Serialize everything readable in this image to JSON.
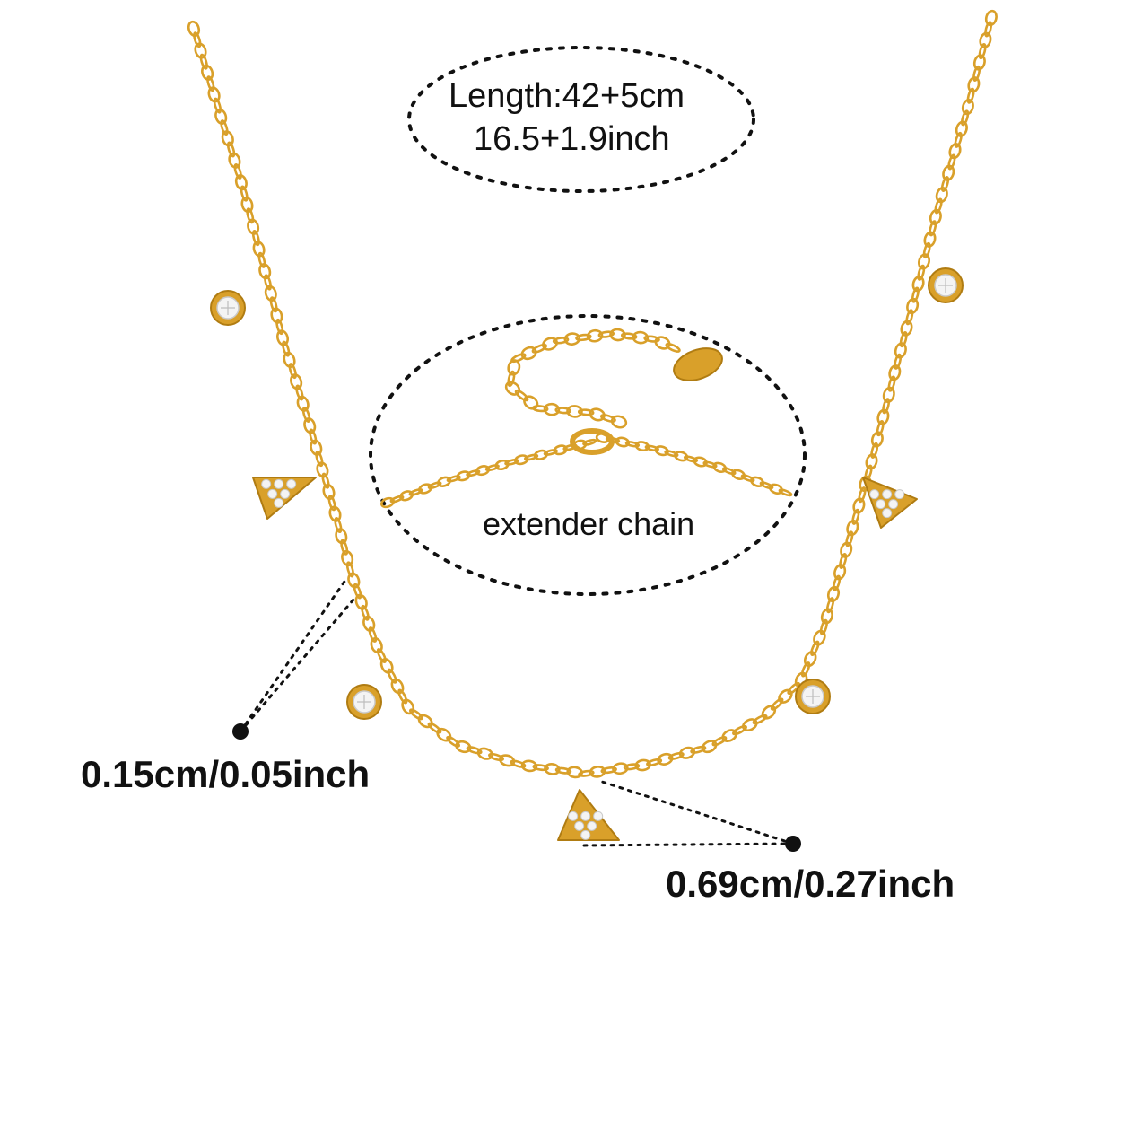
{
  "labels": {
    "length_cm": "Length:42+5cm",
    "length_inch": "16.5+1.9inch",
    "extender": "extender chain",
    "chain_thickness": "0.15cm/0.05inch",
    "pendant_size": "0.69cm/0.27inch"
  },
  "colors": {
    "gold": "#d9a02a",
    "gold_dark": "#b07c12",
    "crystal": "#f4f4f4",
    "annotation": "#111111",
    "background": "#ffffff"
  }
}
